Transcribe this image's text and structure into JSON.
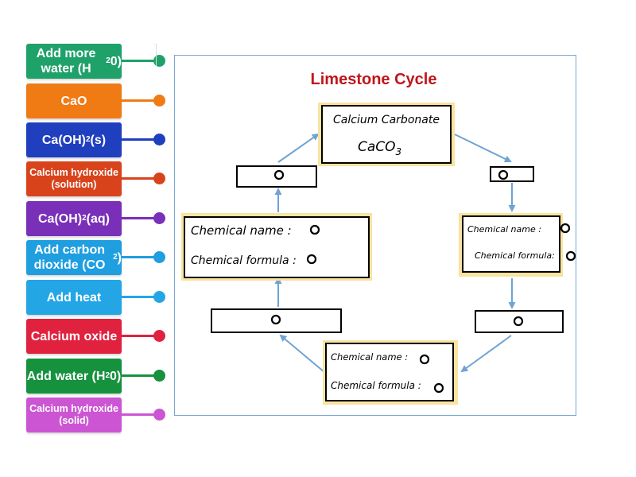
{
  "tiles": [
    {
      "label": "Add more water (H",
      "sub": "2",
      "tail": "0)",
      "color": "#1fa16a",
      "small": false
    },
    {
      "label": "CaO",
      "sub": "",
      "tail": "",
      "color": "#f07a14",
      "small": false
    },
    {
      "label": "Ca(OH)",
      "sub": "2",
      "tail": " (s)",
      "color": "#1f3fbf",
      "small": false
    },
    {
      "label": "Calcium hydroxide (solution)",
      "sub": "",
      "tail": "",
      "color": "#d9431c",
      "small": true
    },
    {
      "label": "Ca(OH)",
      "sub": "2",
      "tail": " (aq)",
      "color": "#7a2fb8",
      "small": false
    },
    {
      "label": "Add carbon dioxide (CO",
      "sub": "2",
      "tail": ")",
      "color": "#1f9ee0",
      "small": false
    },
    {
      "label": "Add heat",
      "sub": "",
      "tail": "",
      "color": "#24a6e6",
      "small": false
    },
    {
      "label": "Calcium oxide",
      "sub": "",
      "tail": "",
      "color": "#e0223f",
      "small": false
    },
    {
      "label": "Add water (H",
      "sub": "2",
      "tail": "0)",
      "color": "#16913e",
      "small": false
    },
    {
      "label": "Calcium hydroxide (solid)",
      "sub": "",
      "tail": "",
      "color": "#cc55d4",
      "small": true
    }
  ],
  "diagram": {
    "title": "Limestone Cycle",
    "title_color": "#c0161c",
    "arrow_color": "#6fa3d4",
    "highlight_color": "#f9e3a0",
    "top_box": {
      "name": "Calcium Carbonate",
      "formula": "CaCO",
      "formula_sub": "3"
    },
    "name_label": "Chemical name :",
    "formula_label": "Chemical formula :",
    "formula_label_short": "Chemical formula:"
  }
}
